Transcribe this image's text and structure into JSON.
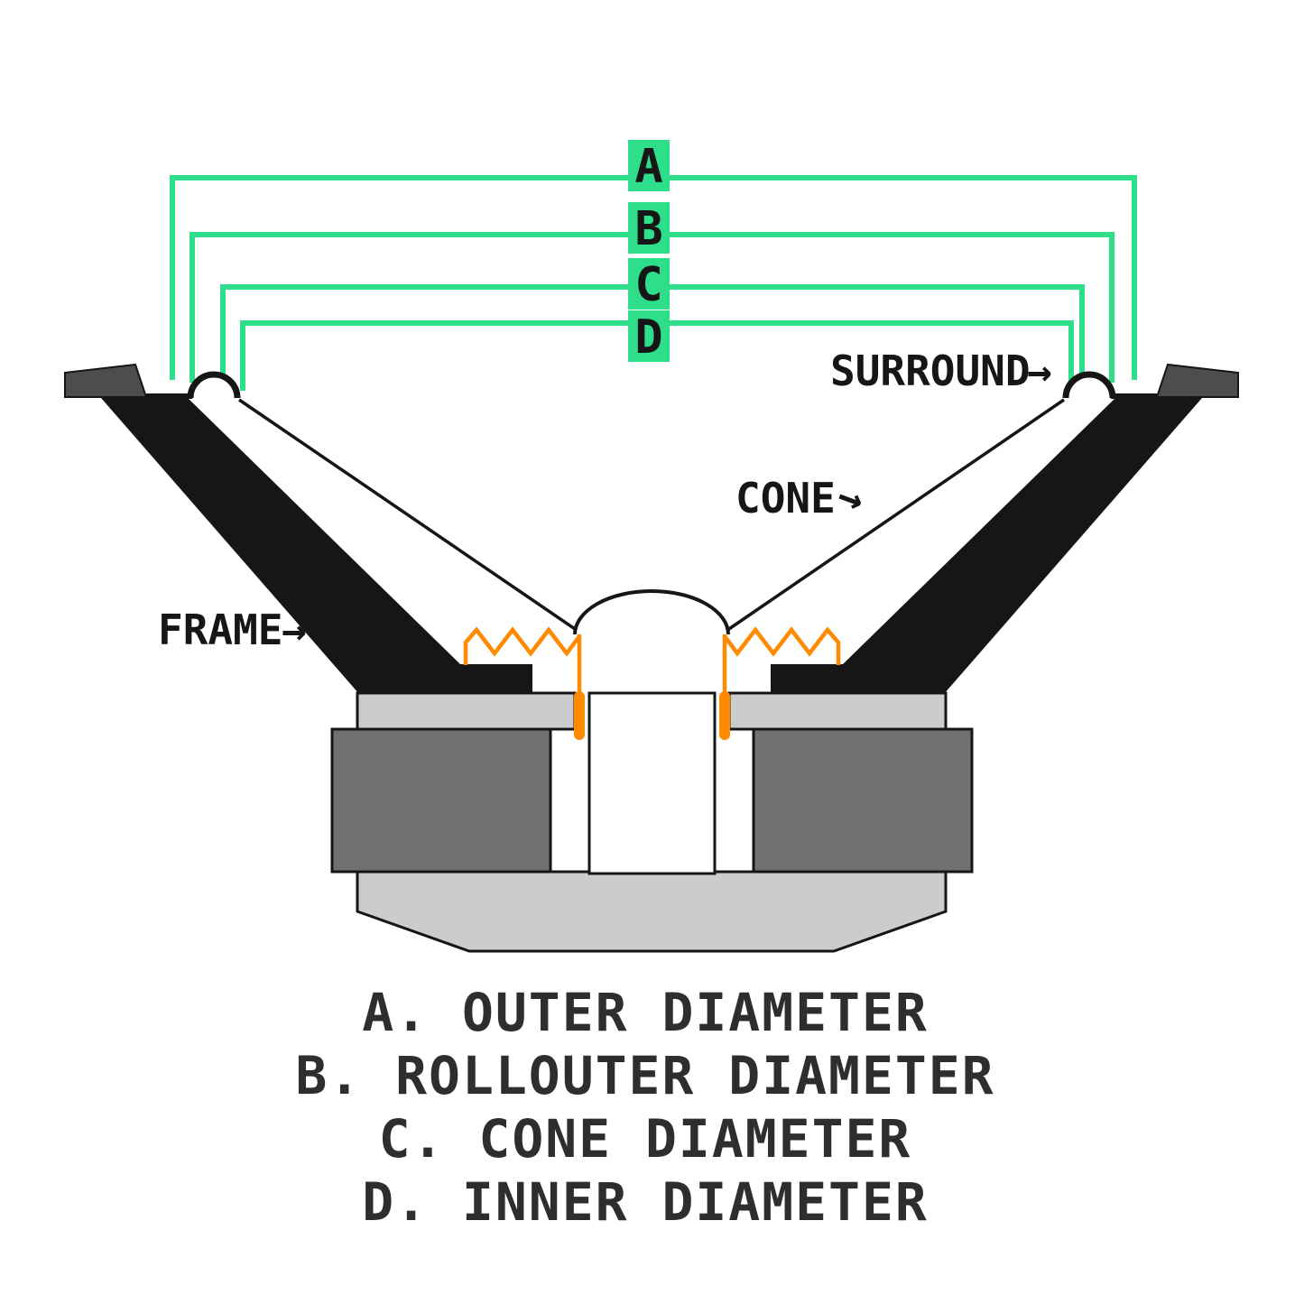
{
  "colors": {
    "dimension_green": "#2EDE8A",
    "coil_orange": "#FF8A00",
    "magnet_gray": "#707070",
    "plate_gray": "#CCCCCC",
    "gasket_gray": "#4D4D4D",
    "ink_black": "#161616",
    "legend_ink": "#2E2E2E",
    "background": "#FFFFFF"
  },
  "dimension_markers": [
    {
      "letter": "A"
    },
    {
      "letter": "B"
    },
    {
      "letter": "C"
    },
    {
      "letter": "D"
    }
  ],
  "part_labels": {
    "surround": "SURROUND",
    "cone": "CONE",
    "frame": "FRAME",
    "arrow_glyph": "→"
  },
  "legend": {
    "items": [
      "A. OUTER DIAMETER",
      "B. ROLLOUTER DIAMETER",
      "C. CONE DIAMETER",
      "D. INNER DIAMETER"
    ]
  }
}
